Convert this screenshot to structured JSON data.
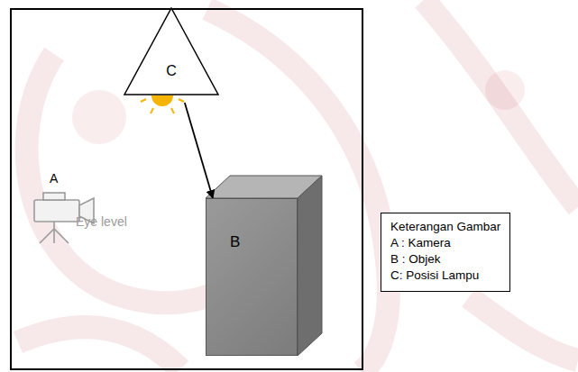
{
  "diagram": {
    "nodes": [
      {
        "text": [
          "C"
        ]
      },
      {
        "text": [
          "B"
        ]
      },
      {
        "text": [
          "Keterangan Gambar",
          "A : Kamera",
          "B : Objek",
          "C: Posisi Lampu"
        ]
      }
    ],
    "edges": [
      {
        "from": 0,
        "to": 1,
        "arrow": "to"
      }
    ],
    "labels": [
      "A",
      "Eye level"
    ]
  }
}
